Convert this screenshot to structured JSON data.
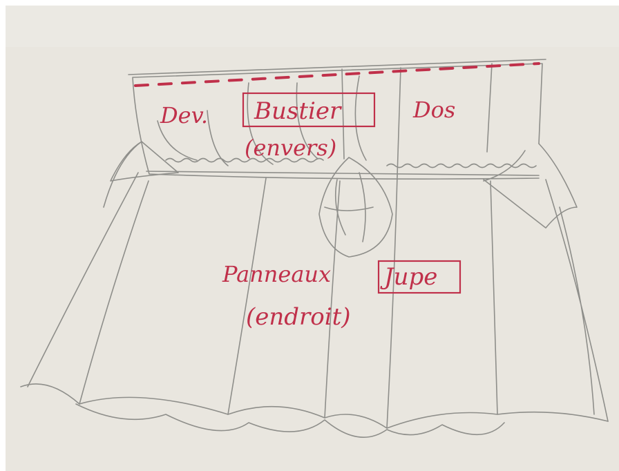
{
  "colors": {
    "paper": "#e9e6df",
    "paper_shadow": "#d9d5cc",
    "pencil": "#8e8e8a",
    "ink_red": "#c0304a"
  },
  "labels": {
    "front": "Dev.",
    "bodice": "Bustier",
    "reverse_side": "(envers)",
    "back": "Dos",
    "skirt_panels": "Panneaux",
    "skirt": "Jupe",
    "right_side": "(endroit)"
  }
}
